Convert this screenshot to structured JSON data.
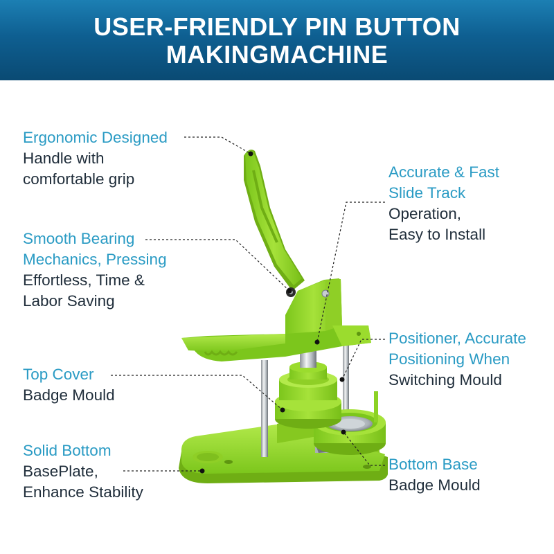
{
  "title": {
    "line1": "USER-FRIENDLY PIN BUTTON",
    "line2": "MAKINGMACHINE"
  },
  "callouts": {
    "handle": {
      "highlight": [
        "Ergonomic Designed"
      ],
      "dark": [
        "Handle with",
        "comfortable grip"
      ]
    },
    "bearing": {
      "highlight": [
        "Smooth Bearing",
        "Mechanics, Pressing"
      ],
      "dark": [
        "Effortless, Time &",
        "Labor Saving"
      ]
    },
    "top_cover": {
      "highlight": [
        "Top Cover"
      ],
      "dark": [
        "Badge Mould"
      ]
    },
    "base_plate": {
      "highlight": [
        "Solid Bottom"
      ],
      "dark": [
        "BasePlate,",
        "Enhance Stability"
      ]
    },
    "slide_track": {
      "highlight": [
        "Accurate & Fast",
        "Slide Track"
      ],
      "dark": [
        "Operation,",
        "Easy to Install"
      ]
    },
    "positioner": {
      "highlight": [
        "Positioner, Accurate",
        "Positioning When"
      ],
      "dark": [
        "Switching Mould"
      ]
    },
    "bottom_base": {
      "highlight": [
        "Bottom Base"
      ],
      "dark": [
        "Badge Mould"
      ]
    }
  },
  "colors": {
    "header_top": "#1c7fb3",
    "header_bottom": "#0a4a73",
    "highlight_text": "#2a9bc4",
    "dark_text": "#1f2d3a",
    "machine_green": "#9bdc2e",
    "machine_green_dark": "#6fae14"
  }
}
